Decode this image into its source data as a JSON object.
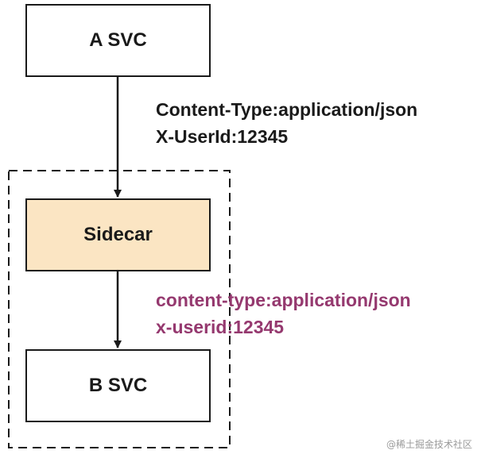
{
  "nodes": {
    "a_svc": "A SVC",
    "sidecar": "Sidecar",
    "b_svc": "B SVC"
  },
  "headers_before": {
    "line1": "Content-Type:application/json",
    "line2": "X-UserId:12345"
  },
  "headers_after": {
    "line1": "content-type:application/json",
    "line2": "x-userid:12345"
  },
  "colors": {
    "sidecar_fill": "#fbe5c3",
    "lowercase_header_text": "#95396f",
    "stroke": "#1a1a1a"
  },
  "watermark": "@稀土掘金技术社区"
}
